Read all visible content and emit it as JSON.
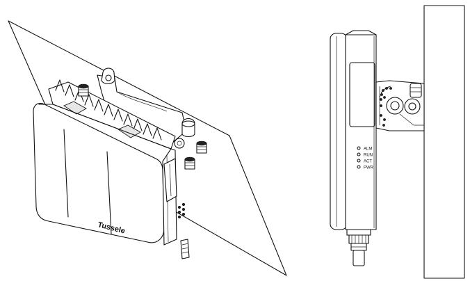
{
  "left_view": {
    "brand_logo": "Tussele"
  },
  "right_view": {
    "indicators": [
      {
        "label": "ALM"
      },
      {
        "label": "RUN"
      },
      {
        "label": "ACT"
      },
      {
        "label": "PWR"
      }
    ]
  }
}
